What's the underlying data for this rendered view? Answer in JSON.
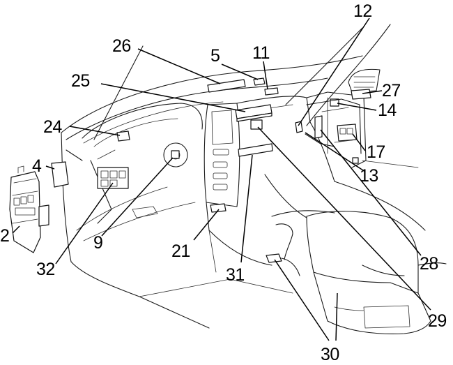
{
  "callouts": [
    {
      "id": "c12",
      "text": "12"
    },
    {
      "id": "c26",
      "text": "26"
    },
    {
      "id": "c5",
      "text": "5"
    },
    {
      "id": "c11",
      "text": "11"
    },
    {
      "id": "c25",
      "text": "25"
    },
    {
      "id": "c27",
      "text": "27"
    },
    {
      "id": "c14",
      "text": "14"
    },
    {
      "id": "c24",
      "text": "24"
    },
    {
      "id": "c17",
      "text": "17"
    },
    {
      "id": "c4",
      "text": "4"
    },
    {
      "id": "c13",
      "text": "13"
    },
    {
      "id": "c2",
      "text": "2"
    },
    {
      "id": "c9",
      "text": "9"
    },
    {
      "id": "c21",
      "text": "21"
    },
    {
      "id": "c32",
      "text": "32"
    },
    {
      "id": "c28",
      "text": "28"
    },
    {
      "id": "c31",
      "text": "31"
    },
    {
      "id": "c29",
      "text": "29"
    },
    {
      "id": "c30",
      "text": "30"
    }
  ],
  "colors": {
    "ink": "#000000",
    "background": "#ffffff"
  }
}
